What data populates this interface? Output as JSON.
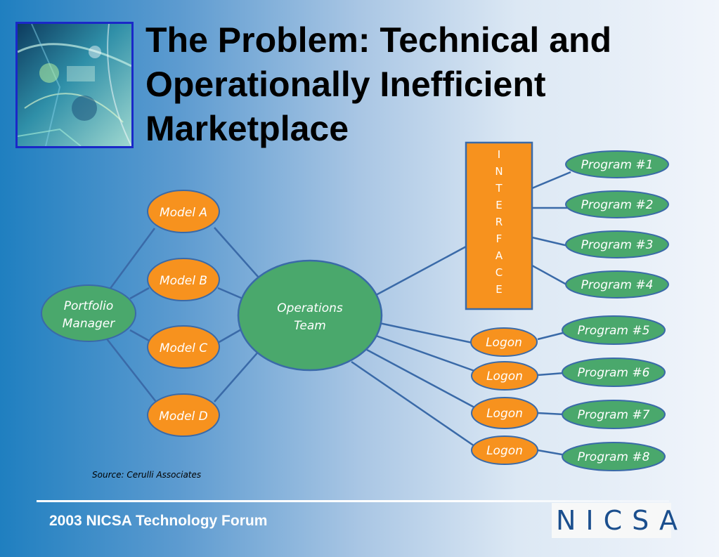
{
  "title": {
    "line1": "The Problem: Technical and",
    "line2": "Operationally Inefficient",
    "line3": "Marketplace"
  },
  "colors": {
    "orange": "#f7921e",
    "green": "#4aa86c",
    "line": "#3a6aa8",
    "title_border": "#1a28c8"
  },
  "diagram": {
    "portfolio": {
      "line1": "Portfolio",
      "line2": "Manager"
    },
    "models": [
      "Model A",
      "Model B",
      "Model C",
      "Model D"
    ],
    "operations": {
      "line1": "Operations",
      "line2": "Team"
    },
    "interface": [
      "I",
      "N",
      "T",
      "E",
      "R",
      "F",
      "A",
      "C",
      "E"
    ],
    "interface_programs": [
      "Program #1",
      "Program #2",
      "Program #3",
      "Program #4"
    ],
    "logons": [
      "Logon",
      "Logon",
      "Logon",
      "Logon"
    ],
    "logon_programs": [
      "Program #5",
      "Program #6",
      "Program #7",
      "Program #8"
    ]
  },
  "source": "Source: Cerulli Associates",
  "footer": "2003 NICSA Technology Forum",
  "logo": "NICSA"
}
